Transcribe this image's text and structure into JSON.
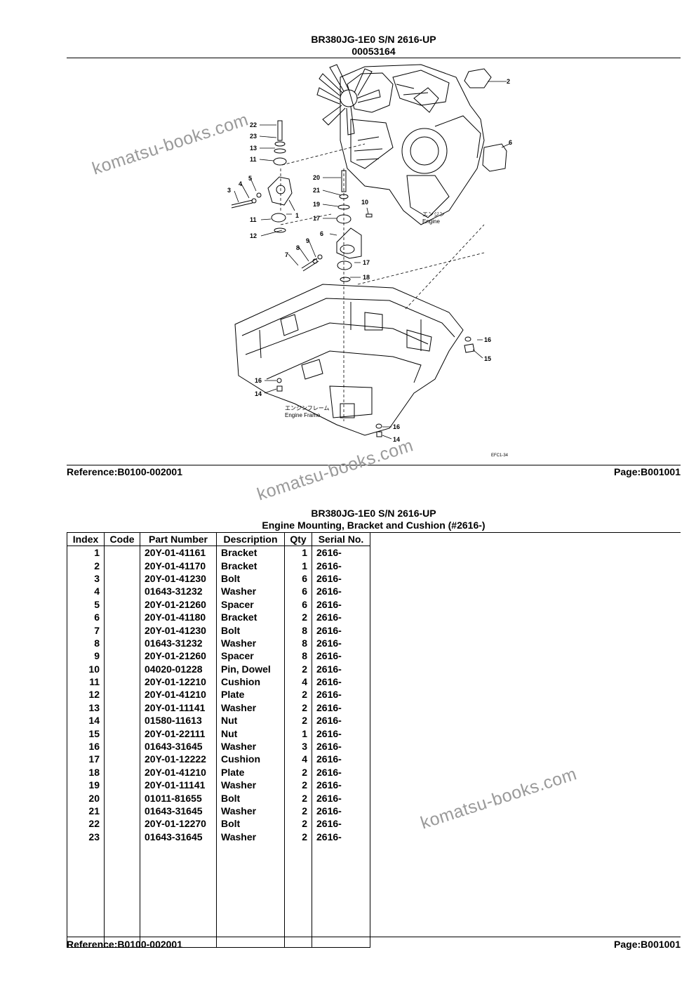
{
  "sheet1": {
    "model": "BR380JG-1E0 S/N 2616-UP",
    "code": "00053164",
    "reference": "Reference:B0100-002001",
    "page": "Page:B001001",
    "diagram": {
      "callouts": [
        "1",
        "2",
        "3",
        "4",
        "5",
        "6",
        "7",
        "8",
        "9",
        "10",
        "11",
        "11",
        "12",
        "13",
        "14",
        "14",
        "15",
        "16",
        "16",
        "17",
        "17",
        "18",
        "19",
        "20",
        "21",
        "22",
        "23"
      ],
      "engine_label_jp": "エンジン",
      "engine_label": "Engine",
      "frame_label_jp": "エンジンフレーム",
      "frame_label": "Engine Frame",
      "drawing_no": "EFC1-34"
    }
  },
  "sheet2": {
    "model": "BR380JG-1E0 S/N 2616-UP",
    "title": "Engine Mounting, Bracket and Cushion (#2616-)",
    "reference": "Reference:B0100-002001",
    "page": "Page:B001001",
    "columns": [
      "Index",
      "Code",
      "Part Number",
      "Description",
      "Qty",
      "Serial No."
    ],
    "rows": [
      [
        "1",
        "",
        "20Y-01-41161",
        "Bracket",
        "1",
        "2616-"
      ],
      [
        "2",
        "",
        "20Y-01-41170",
        "Bracket",
        "1",
        "2616-"
      ],
      [
        "3",
        "",
        "20Y-01-41230",
        "Bolt",
        "6",
        "2616-"
      ],
      [
        "4",
        "",
        "01643-31232",
        "Washer",
        "6",
        "2616-"
      ],
      [
        "5",
        "",
        "20Y-01-21260",
        "Spacer",
        "6",
        "2616-"
      ],
      [
        "6",
        "",
        "20Y-01-41180",
        "Bracket",
        "2",
        "2616-"
      ],
      [
        "7",
        "",
        "20Y-01-41230",
        "Bolt",
        "8",
        "2616-"
      ],
      [
        "8",
        "",
        "01643-31232",
        "Washer",
        "8",
        "2616-"
      ],
      [
        "9",
        "",
        "20Y-01-21260",
        "Spacer",
        "8",
        "2616-"
      ],
      [
        "10",
        "",
        "04020-01228",
        "Pin, Dowel",
        "2",
        "2616-"
      ],
      [
        "11",
        "",
        "20Y-01-12210",
        "Cushion",
        "4",
        "2616-"
      ],
      [
        "12",
        "",
        "20Y-01-41210",
        "Plate",
        "2",
        "2616-"
      ],
      [
        "13",
        "",
        "20Y-01-11141",
        "Washer",
        "2",
        "2616-"
      ],
      [
        "14",
        "",
        "01580-11613",
        "Nut",
        "2",
        "2616-"
      ],
      [
        "15",
        "",
        "20Y-01-22111",
        "Nut",
        "1",
        "2616-"
      ],
      [
        "16",
        "",
        "01643-31645",
        "Washer",
        "3",
        "2616-"
      ],
      [
        "17",
        "",
        "20Y-01-12222",
        "Cushion",
        "4",
        "2616-"
      ],
      [
        "18",
        "",
        "20Y-01-41210",
        "Plate",
        "2",
        "2616-"
      ],
      [
        "19",
        "",
        "20Y-01-11141",
        "Washer",
        "2",
        "2616-"
      ],
      [
        "20",
        "",
        "01011-81655",
        "Bolt",
        "2",
        "2616-"
      ],
      [
        "21",
        "",
        "01643-31645",
        "Washer",
        "2",
        "2616-"
      ],
      [
        "22",
        "",
        "20Y-01-12270",
        "Bolt",
        "2",
        "2616-"
      ],
      [
        "23",
        "",
        "01643-31645",
        "Washer",
        "2",
        "2616-"
      ]
    ]
  },
  "watermark": "komatsu-books.com"
}
